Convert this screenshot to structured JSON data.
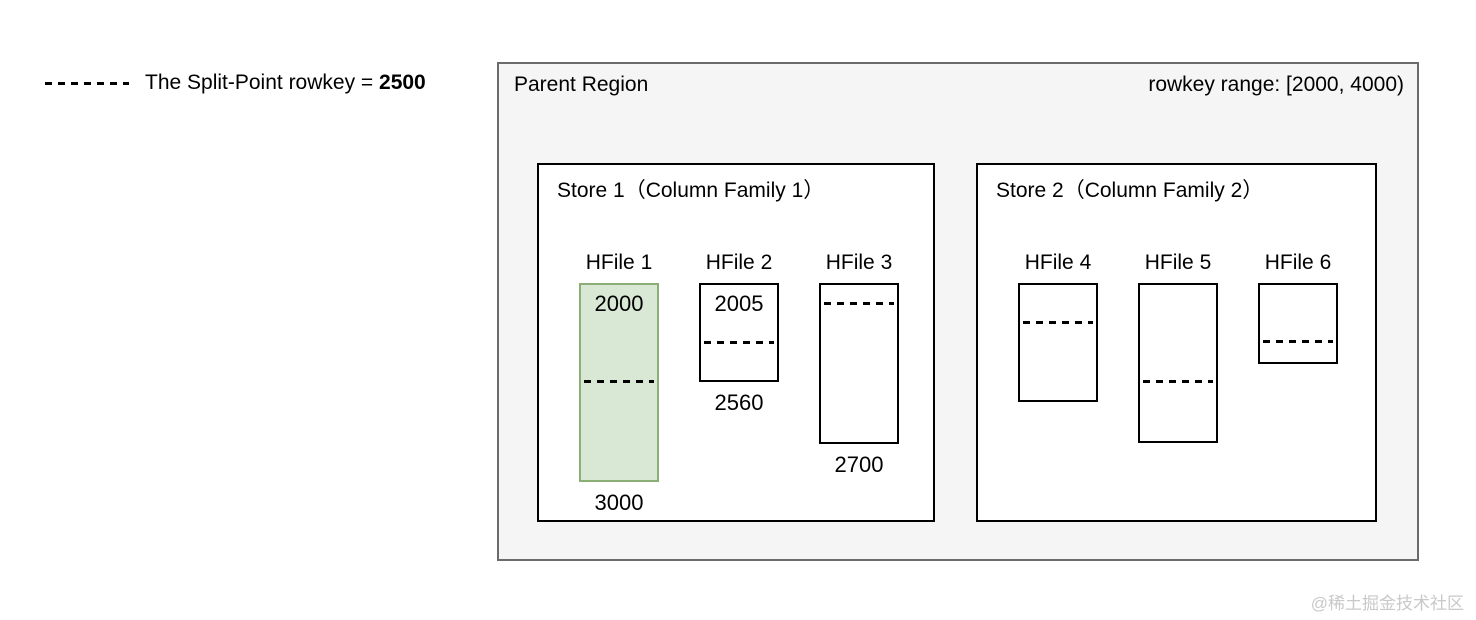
{
  "legend": {
    "prefix": "The Split-Point rowkey = ",
    "split_point_value": "2500"
  },
  "parent_region": {
    "title": "Parent Region",
    "rowkey_range": "rowkey range: [2000, 4000)"
  },
  "stores": [
    {
      "title": "Store 1（Column Family 1）",
      "hfiles": [
        {
          "label": "HFile 1",
          "top_value": "2000",
          "bottom_value": "3000",
          "highlighted": true
        },
        {
          "label": "HFile 2",
          "top_value": "2005",
          "bottom_value": "2560",
          "highlighted": false
        },
        {
          "label": "HFile 3",
          "top_value": "",
          "bottom_value": "2700",
          "highlighted": false
        }
      ]
    },
    {
      "title": "Store 2（Column Family 2）",
      "hfiles": [
        {
          "label": "HFile 4",
          "top_value": "",
          "bottom_value": "",
          "highlighted": false
        },
        {
          "label": "HFile 5",
          "top_value": "",
          "bottom_value": "",
          "highlighted": false
        },
        {
          "label": "HFile 6",
          "top_value": "",
          "bottom_value": "",
          "highlighted": false
        }
      ]
    }
  ],
  "watermark": "@稀土掘金技术社区",
  "colors": {
    "highlight_fill": "#d9e8d4",
    "highlight_border": "#8aae76",
    "region_fill": "#f5f5f6",
    "region_border": "#6b6b6b",
    "line_color": "#000000",
    "watermark_color": "#c9c9c9"
  }
}
